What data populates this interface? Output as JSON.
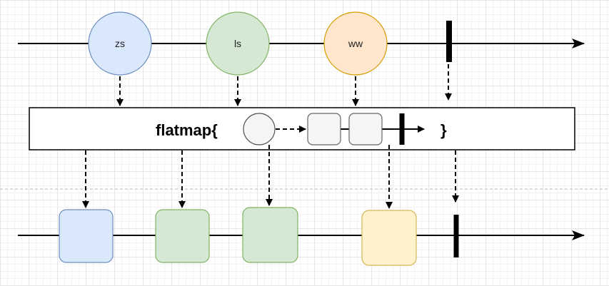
{
  "operator": {
    "open": "flatmap{",
    "close": "}"
  },
  "source_items": [
    {
      "label": "zs",
      "fill": "#dae8fc",
      "stroke": "#6c8ebf"
    },
    {
      "label": "ls",
      "fill": "#d5e8d4",
      "stroke": "#82b366"
    },
    {
      "label": "ww",
      "fill": "#ffe6cc",
      "stroke": "#d79b00"
    }
  ],
  "inner_items": [
    {
      "fill": "#f5f5f5",
      "stroke": "#666666"
    },
    {
      "fill": "#f5f5f5",
      "stroke": "#666666"
    }
  ],
  "output_items": [
    {
      "fill": "#dae8fc",
      "stroke": "#6c8ebf"
    },
    {
      "fill": "#d5e8d4",
      "stroke": "#82b366"
    },
    {
      "fill": "#d5e8d4",
      "stroke": "#82b366"
    },
    {
      "fill": "#fff2cc",
      "stroke": "#d6b656"
    }
  ],
  "colors": {
    "line": "#000000",
    "grid_dash": "#bbbbbb"
  }
}
